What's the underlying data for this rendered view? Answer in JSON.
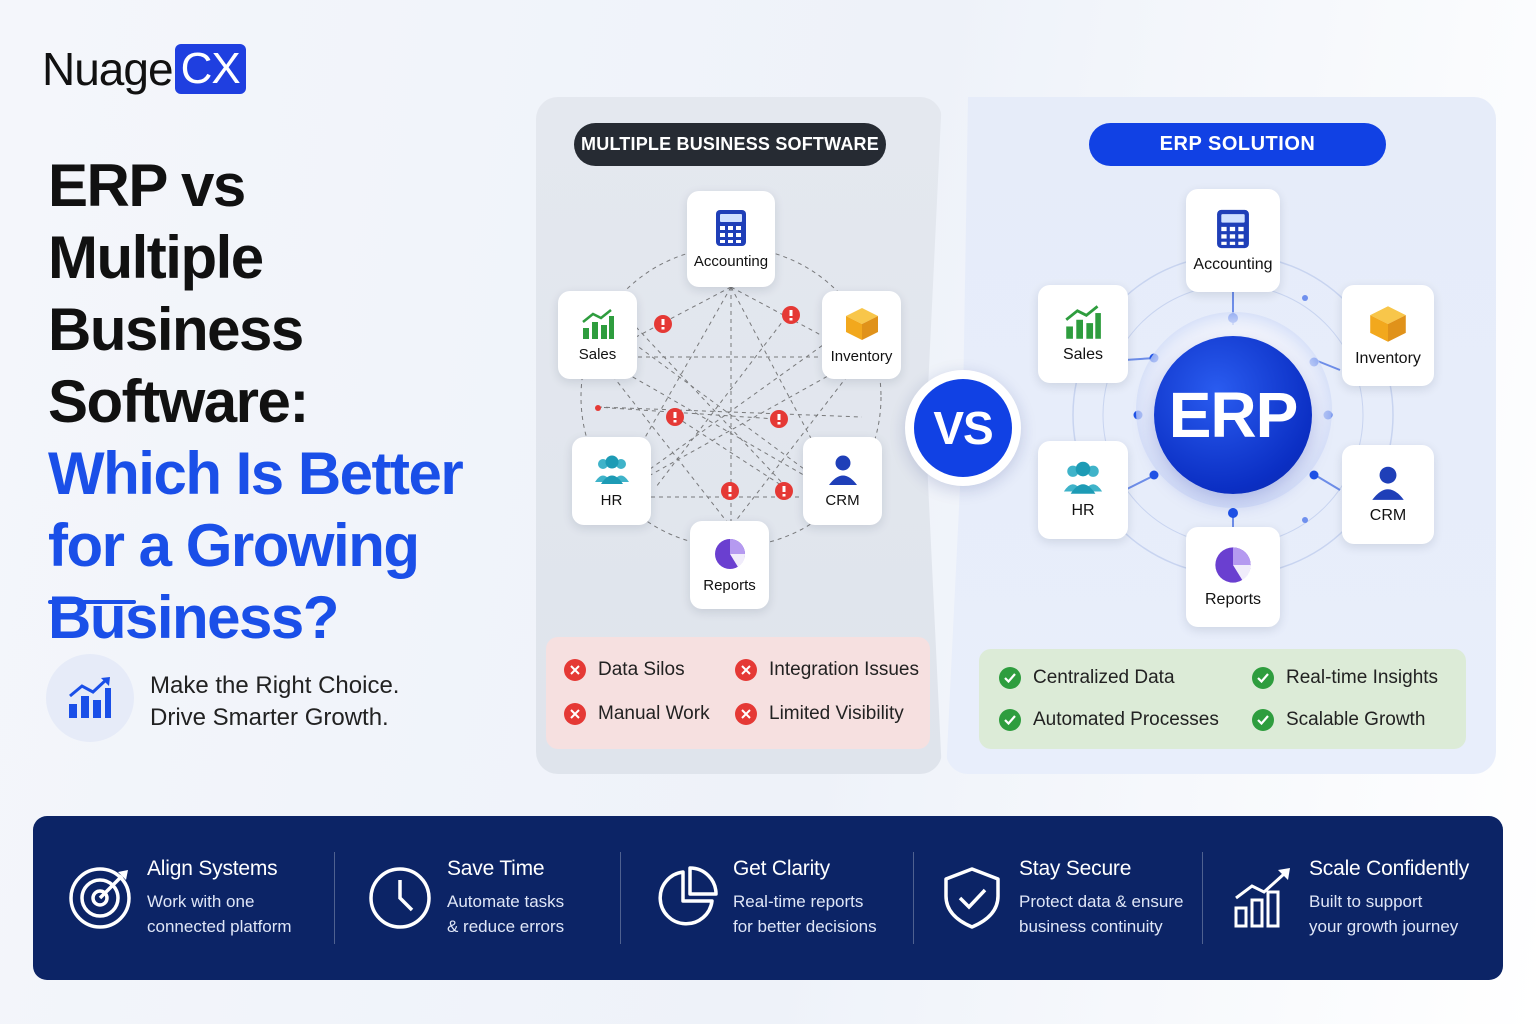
{
  "logo": {
    "word": "Nuage",
    "badge": "CX"
  },
  "headline": {
    "line1": "ERP vs",
    "line2": "Multiple Business",
    "line3": "Software:",
    "line4": "Which Is Better",
    "line5": "for a Growing",
    "line6": "Business?"
  },
  "tagline": {
    "line1": "Make the Right Choice.",
    "line2": "Drive Smarter Growth."
  },
  "left_panel": {
    "pill": "MULTIPLE BUSINESS SOFTWARE",
    "nodes": {
      "accounting": "Accounting",
      "sales": "Sales",
      "inventory": "Inventory",
      "hr": "HR",
      "crm": "CRM",
      "reports": "Reports"
    },
    "issues": [
      "Data Silos",
      "Integration Issues",
      "Manual Work",
      "Limited Visibility"
    ]
  },
  "vs_label": "VS",
  "right_panel": {
    "pill": "ERP SOLUTION",
    "core": "ERP",
    "nodes": {
      "accounting": "Accounting",
      "sales": "Sales",
      "inventory": "Inventory",
      "hr": "HR",
      "crm": "CRM",
      "reports": "Reports"
    },
    "benefits": [
      "Centralized Data",
      "Real-time Insights",
      "Automated Processes",
      "Scalable Growth"
    ]
  },
  "features": [
    {
      "title": "Align Systems",
      "desc": "Work with one\nconnected platform",
      "icon": "target-icon"
    },
    {
      "title": "Save Time",
      "desc": "Automate tasks\n& reduce errors",
      "icon": "clock-icon"
    },
    {
      "title": "Get Clarity",
      "desc": "Real-time reports\nfor better decisions",
      "icon": "pie-chart-icon"
    },
    {
      "title": "Stay Secure",
      "desc": "Protect data & ensure\nbusiness continuity",
      "icon": "shield-check-icon"
    },
    {
      "title": "Scale Confidently",
      "desc": "Built to support\nyour growth journey",
      "icon": "growth-chart-icon"
    }
  ],
  "colors": {
    "brand_blue": "#1a4fe8",
    "navy": "#0c2466",
    "error_red": "#e53935",
    "success_green": "#2e9d3e"
  }
}
